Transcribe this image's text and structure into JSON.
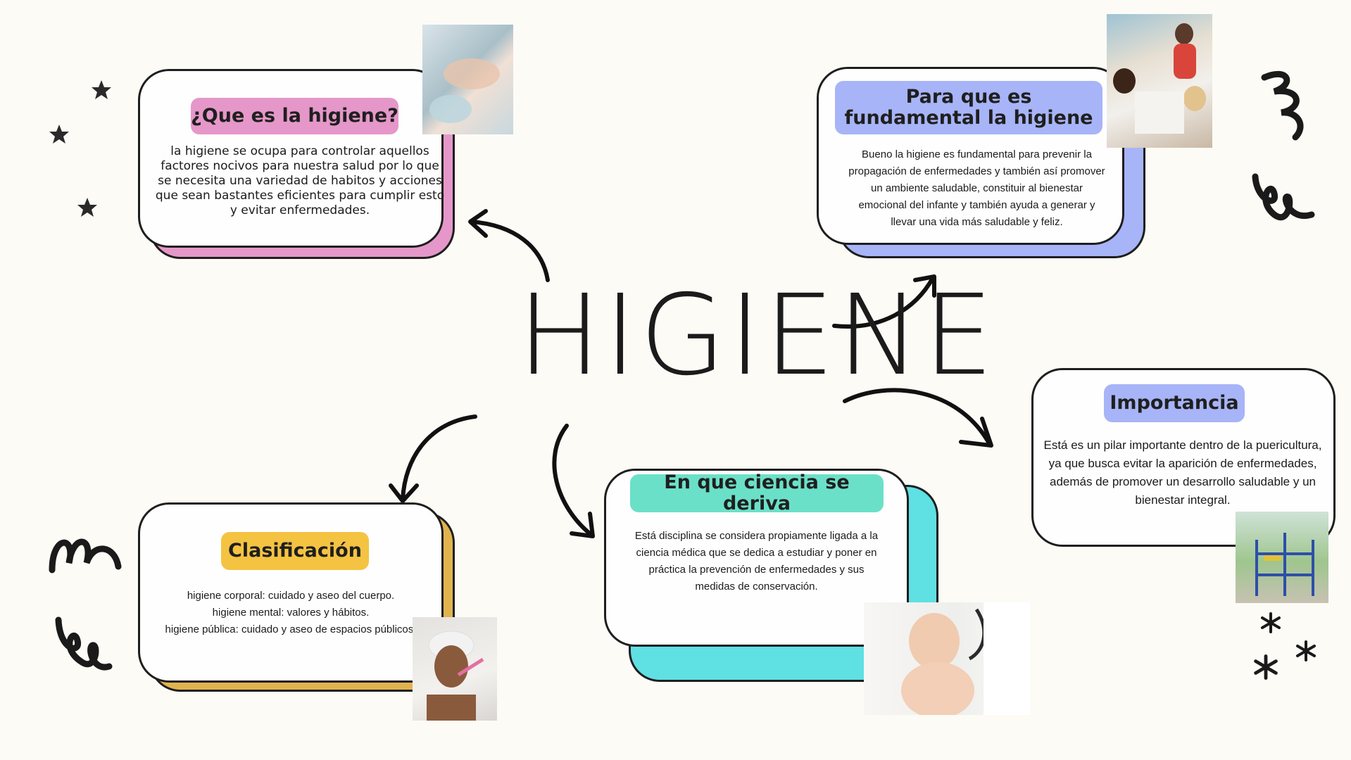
{
  "title": "HIGIENE",
  "cards": {
    "que_es": {
      "heading": "¿Que es la higiene?",
      "text": "la higiene se ocupa para controlar aquellos factores nocivos para nuestra salud por lo que se necesita una variedad de habitos y acciones que sean bastantes eficientes para cumplir esto y evitar enfermedades.",
      "accent": "#e597c9"
    },
    "fundamental": {
      "heading": "Para que es fundamental la higiene",
      "text": "Bueno la higiene es fundamental para prevenir la propagación de enfermedades y también así promover un ambiente saludable, constituir al bienestar emocional del infante y también ayuda a generar y llevar una vida más saludable y feliz.",
      "accent": "#a7b4f7"
    },
    "importancia": {
      "heading": "Importancia",
      "text": "Está es un pilar importante dentro de la puericultura, ya que busca evitar la aparición de enfermedades, además de promover un desarrollo saludable y un bienestar integral.",
      "accent": "#a7b4f7"
    },
    "ciencia": {
      "heading": "En que ciencia se deriva",
      "text": "Está disciplina se considera propiamente ligada a la ciencia médica que se dedica a estudiar y poner en práctica la prevención de enfermedades y sus medidas de conservación.",
      "accent": "#6be0c8",
      "shadow": "#5fe0e3"
    },
    "clasificacion": {
      "heading": "Clasificación",
      "lines": [
        "higiene corporal: cuidado y aseo del cuerpo.",
        "higiene mental: valores y hábitos.",
        "higiene pública: cuidado y aseo de espacios públicos."
      ],
      "accent": "#f5c342",
      "shadow": "#e0b34f"
    }
  },
  "icons": {
    "stars": "star-icon",
    "swirls": "swirl-icon",
    "asterisks": "asterisk-icon",
    "arrows": "curved-arrow-icon"
  }
}
